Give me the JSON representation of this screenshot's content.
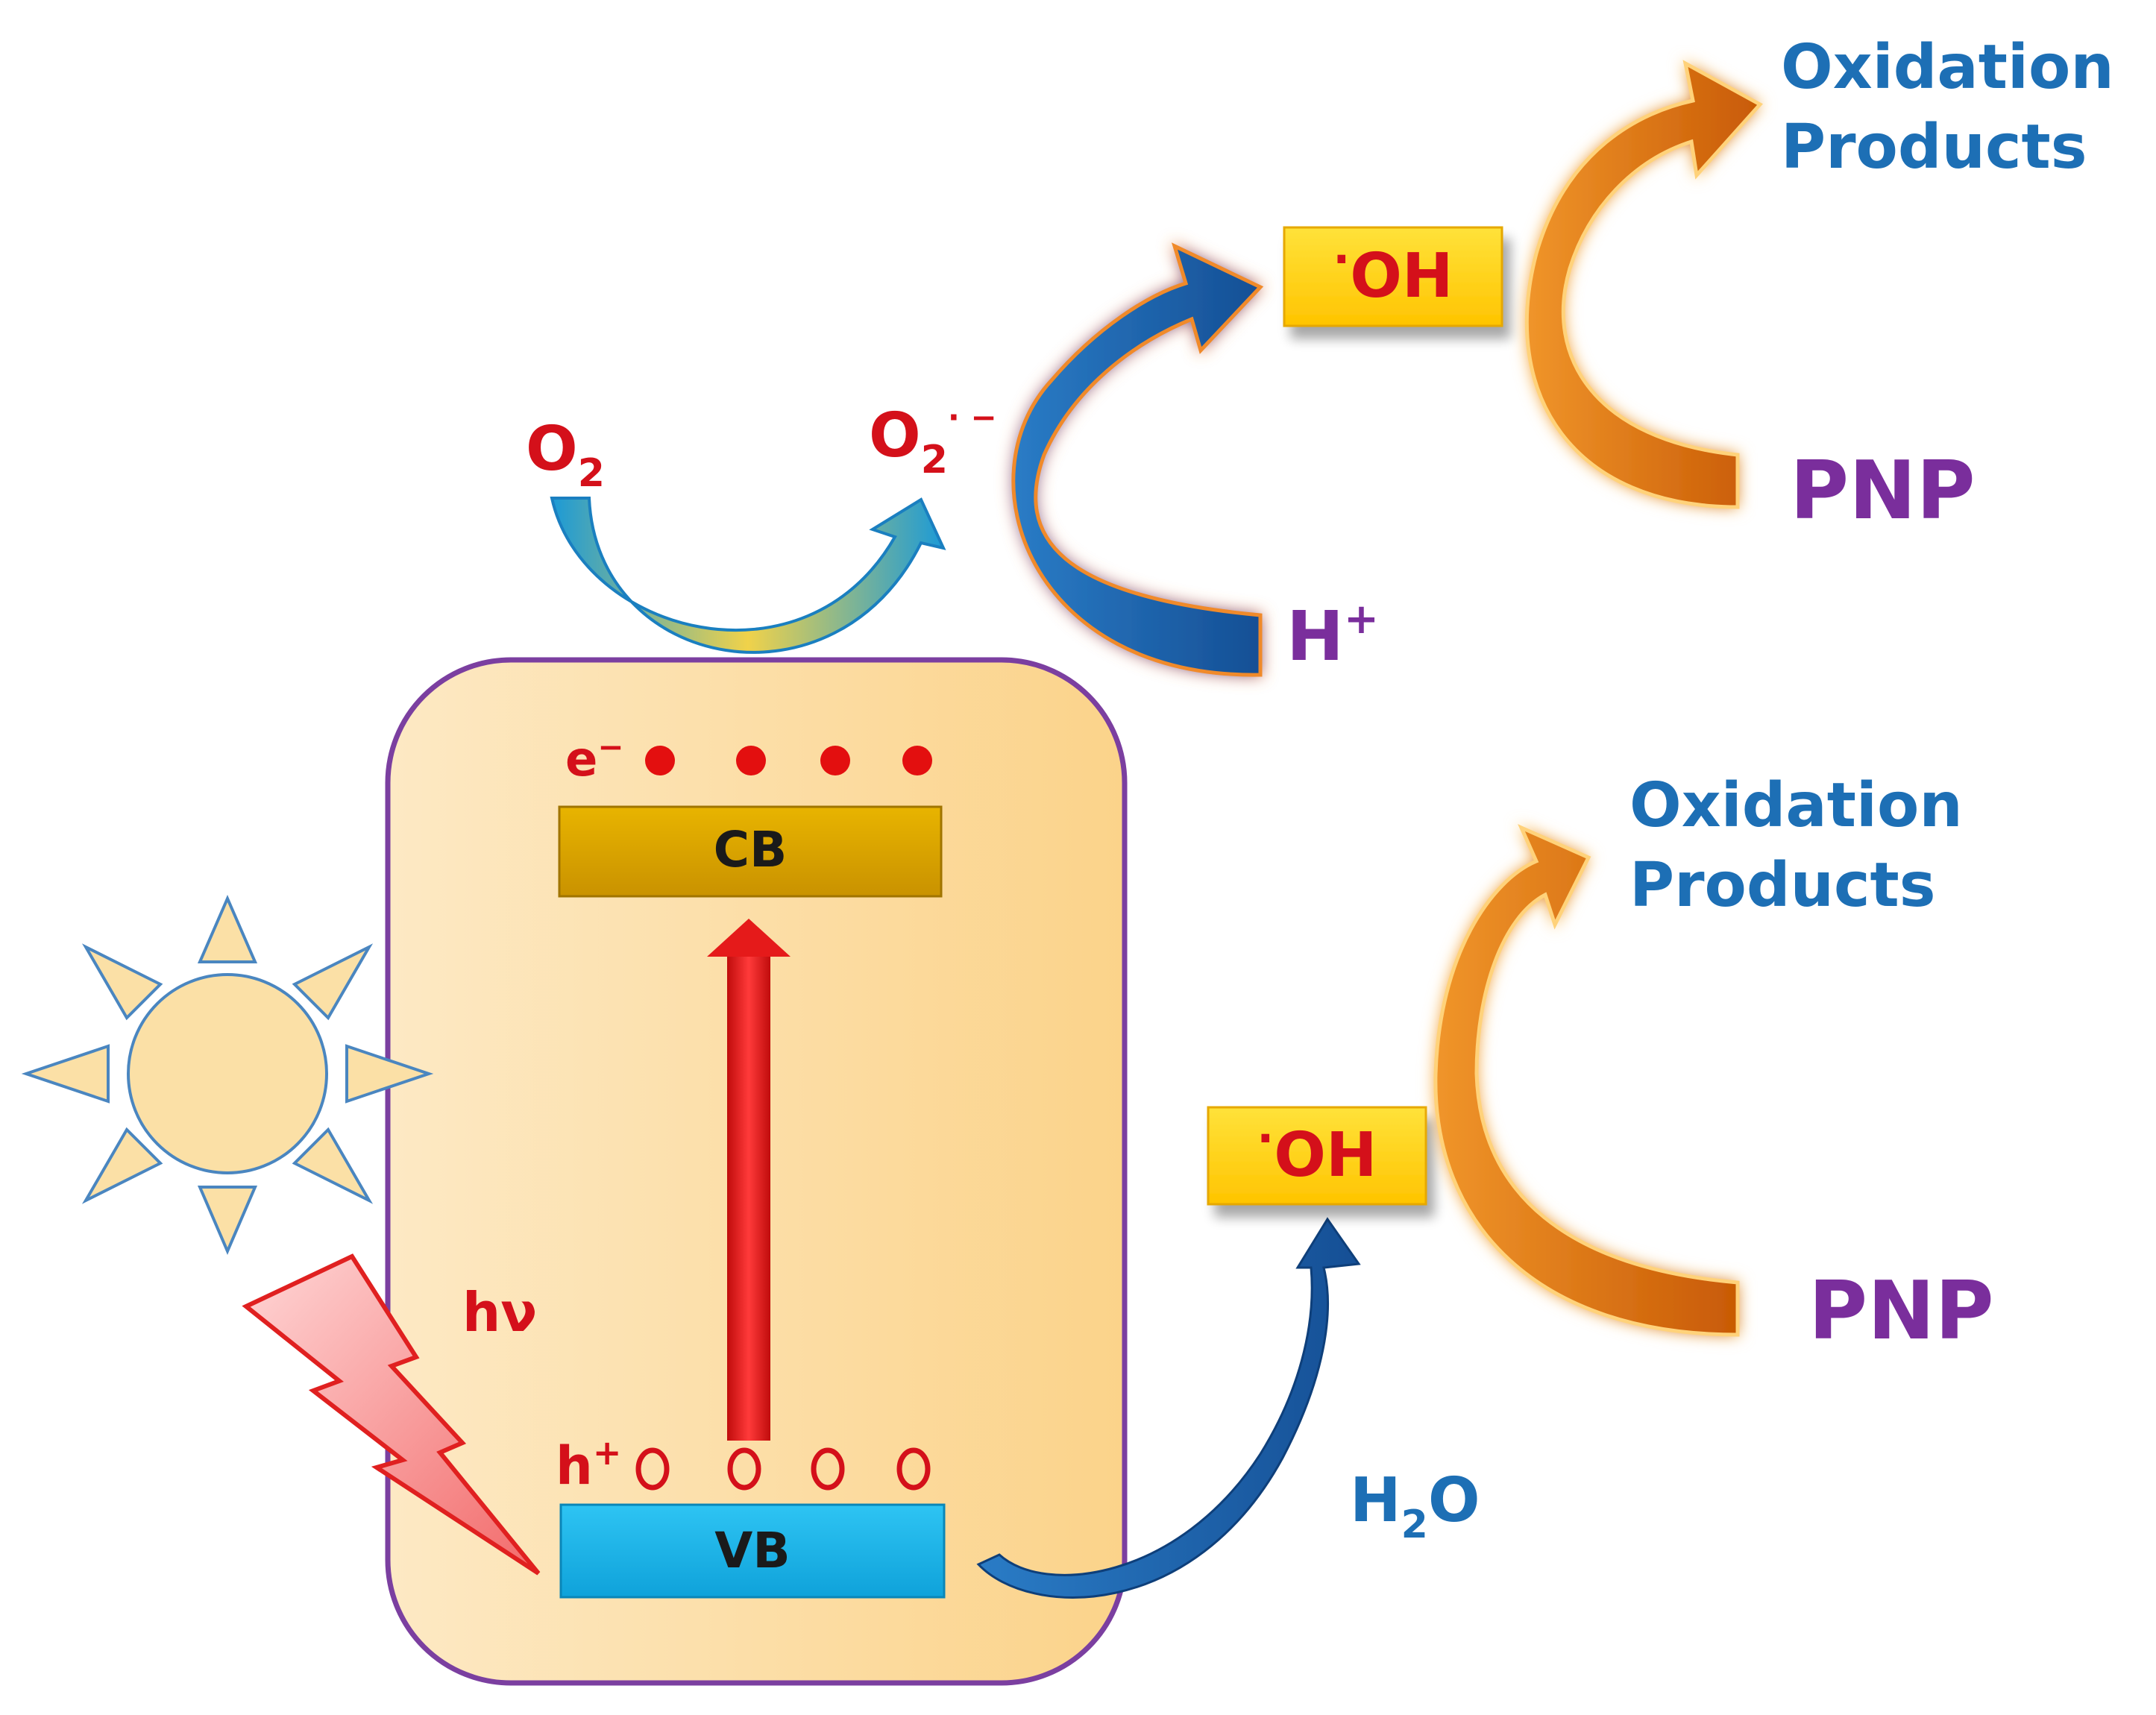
{
  "labels": {
    "cb": "CB",
    "vb": "VB",
    "electron": "e",
    "electron_charge": "−",
    "hole": "h",
    "hole_charge": "+",
    "hv": "hν",
    "o2": "O",
    "o2_sub": "2",
    "superoxide": "O",
    "superoxide_sub": "2",
    "superoxide_sup": "· −",
    "oh_top": "OH",
    "oh_top_dot": "·",
    "oh_bottom": "OH",
    "oh_bottom_dot": "·",
    "h_plus": "H",
    "h_plus_sup": "+",
    "h2o_h": "H",
    "h2o_sub": "2",
    "h2o_o": "O",
    "pnp_top": "PNP",
    "pnp_bottom": "PNP",
    "oxidation_top_line1": "Oxidation",
    "oxidation_top_line2": "Products",
    "oxidation_bottom_line1": "Oxidation",
    "oxidation_bottom_line2": "Products"
  },
  "colors": {
    "semiconductor_fill": "#fbd999",
    "semiconductor_border": "#7b3fa0",
    "cb_bar": "#d9a400",
    "vb_bar": "#1fb6ea",
    "excitation_arrow": "#e51a1a",
    "electron_dot": "#e30f0f",
    "oh_box": "#ffd200",
    "red_text": "#d4101a",
    "blue_text": "#1d6fb5",
    "purple_text": "#7a2e9c",
    "blue_arrow": "#1b5fa9",
    "orange_arrow": "#e07a0c",
    "sun": "#fbe0a6"
  }
}
